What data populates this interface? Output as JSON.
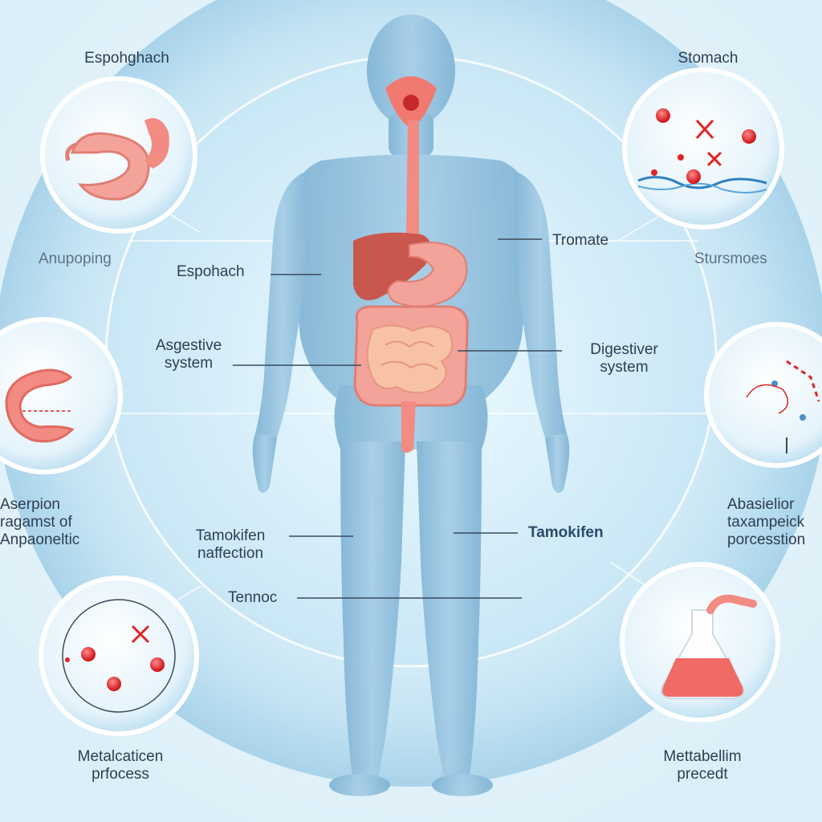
{
  "colors": {
    "background": "#eaf6fc",
    "ring": "#b7dcef",
    "body": "#8fbfdc",
    "organ": "#f28b82",
    "liver": "#c9574d",
    "accent_red": "#e02424"
  },
  "labels": {
    "top_left_circle": "Espohghach",
    "top_right_circle": "Stomach",
    "left_outer": "Anupoping",
    "right_outer": "Stursmoes",
    "body_left_upper": "Espohach",
    "body_right_upper": "Tromate",
    "body_left_middle": [
      "Asgestive",
      "system"
    ],
    "body_right_middle": [
      "Digestiver",
      "system"
    ],
    "left_side_block": [
      "Aserpion",
      "ragamst of",
      "Anpaoneltic"
    ],
    "right_side_block": [
      "Abasielior",
      "taxampeick",
      "porcesstion"
    ],
    "body_left_lower": [
      "Tamokifen",
      "naffection"
    ],
    "body_right_lower": "Tamokifen",
    "body_left_bottom": "Tennoc",
    "bottom_left_circle": [
      "Metalcaticen",
      "prfocess"
    ],
    "bottom_right_circle": [
      "Mettabellim",
      "precedt"
    ]
  },
  "icons": [
    "esophagus-icon",
    "stomach-molecules-icon",
    "intestine-icon",
    "absorption-icon",
    "metabolism-molecules-icon",
    "flask-icon"
  ]
}
